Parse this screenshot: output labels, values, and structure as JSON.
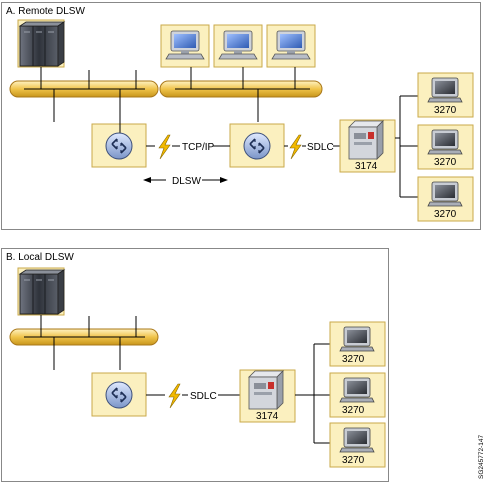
{
  "panels": {
    "remote": {
      "title": "A. Remote DLSW"
    },
    "local": {
      "title": "B. Local DLSW"
    }
  },
  "labels": {
    "tcpip": "TCP/IP",
    "sdlc": "SDLC",
    "dlsw": "DLSW",
    "controller": "3174",
    "terminal": "3270"
  },
  "figure_id": "SG245772-147",
  "colors": {
    "box_fill": "#fbf0bf",
    "box_border": "#c9a94a",
    "ring_fill": "#f0c44a",
    "lightning": "#f2b900"
  }
}
